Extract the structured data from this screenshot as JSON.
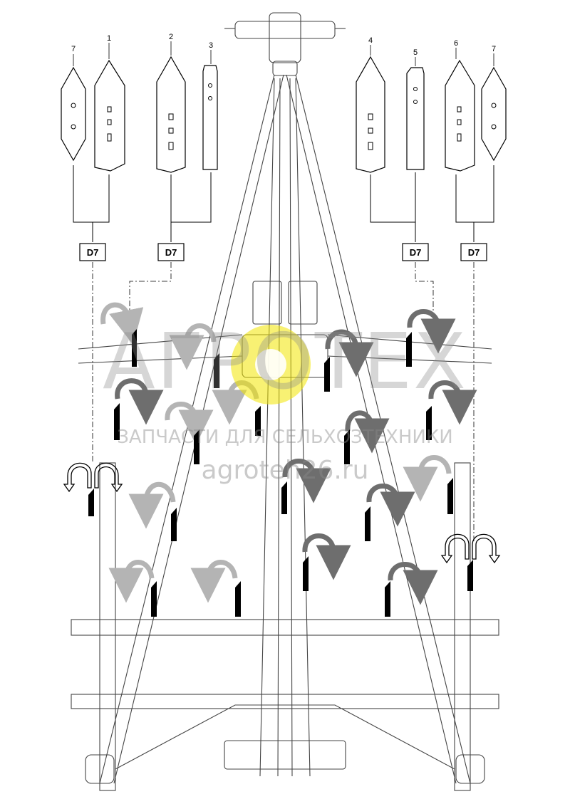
{
  "callouts": {
    "n7a": "7",
    "n1": "1",
    "n2": "2",
    "n3": "3",
    "n4": "4",
    "n5": "5",
    "n6": "6",
    "n7b": "7"
  },
  "groups": {
    "g1": "D7",
    "g2": "D7",
    "g3": "D7",
    "g4": "D7"
  },
  "watermark": {
    "title": "АГРОТЕХ",
    "subtitle": "ЗАПЧАСТИ ДЛЯ СЕЛЬХОЗТЕХНИКИ",
    "url": "agroteh26.ru",
    "color": "#8a8a8a",
    "accent": "#f3e600"
  },
  "colors": {
    "line": "#000000",
    "frame": "#444444",
    "tine": "#000000",
    "arrow_dark": "#6e6e6e",
    "arrow_light": "#b4b4b4"
  }
}
